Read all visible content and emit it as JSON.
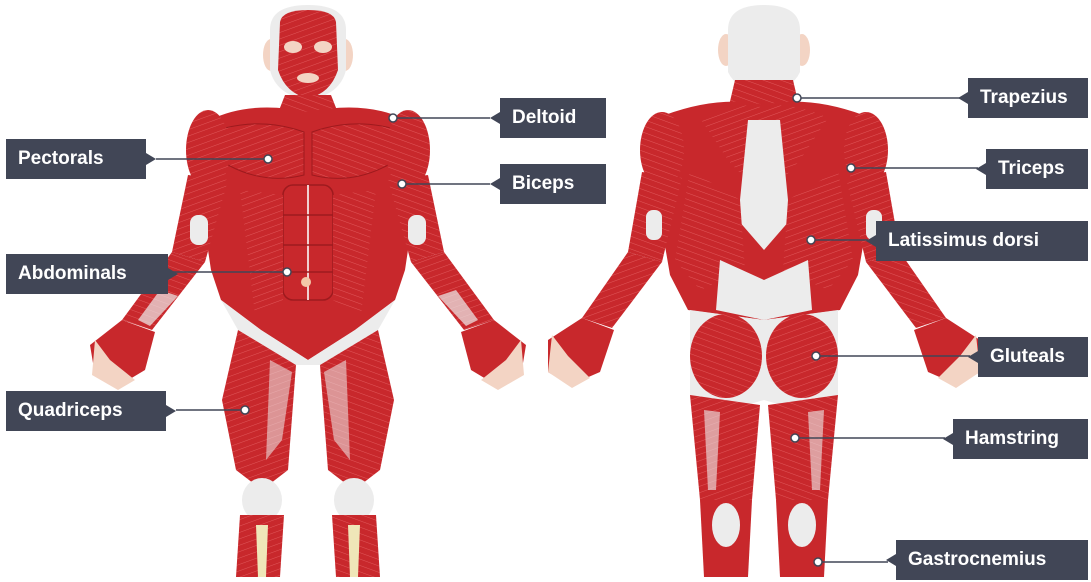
{
  "colors": {
    "muscle": "#c8282c",
    "muscle_dark": "#9e1a1e",
    "muscle_line": "#e8787a",
    "skin": "#f3d4c4",
    "tendon": "#ececec",
    "label_bg": "#414656",
    "leader": "#414656"
  },
  "labels": {
    "pectorals": "Pectorals",
    "deltoid": "Deltoid",
    "biceps": "Biceps",
    "abdominals": "Abdominals",
    "quadriceps": "Quadriceps",
    "trapezius": "Trapezius",
    "triceps": "Triceps",
    "latissimus_dorsi": "Latissimus dorsi",
    "gluteals": "Gluteals",
    "hamstring": "Hamstring",
    "gastrocnemius": "Gastrocnemius"
  }
}
